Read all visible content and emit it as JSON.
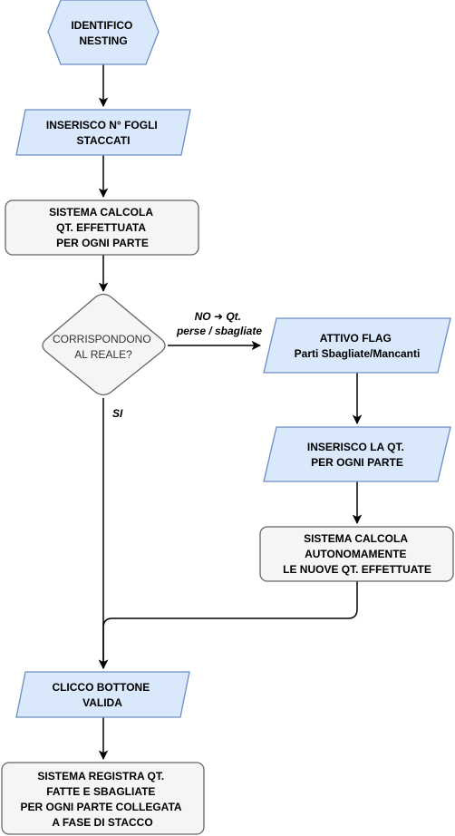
{
  "nodes": {
    "identifico": {
      "lines": [
        "IDENTIFICO",
        "NESTING"
      ]
    },
    "inserisco_fogli": {
      "lines": [
        "INSERISCO N° FOGLI",
        "STACCATI"
      ]
    },
    "sistema_calcola_1": {
      "lines": [
        "SISTEMA CALCOLA",
        "QT. EFFETTUATA",
        "PER OGNI PARTE"
      ]
    },
    "corrispondono": {
      "lines": [
        "CORRISPONDONO",
        "AL REALE?"
      ]
    },
    "attivo_flag": {
      "lines": [
        "ATTIVO FLAG",
        "Parti Sbagliate/Mancanti"
      ]
    },
    "inserisco_qt": {
      "lines": [
        "INSERISCO LA QT.",
        "PER OGNI PARTE"
      ]
    },
    "sistema_calcola_2": {
      "lines": [
        "SISTEMA CALCOLA",
        "AUTONOMAMENTE",
        "LE NUOVE QT. EFFETTUATE"
      ]
    },
    "clicco_bottone": {
      "lines": [
        "CLICCO BOTTONE",
        "VALIDA"
      ]
    },
    "sistema_registra": {
      "lines": [
        "SISTEMA REGISTRA QT.",
        "FATTE E SBAGLIATE",
        "PER OGNI PARTE COLLEGATA",
        "A FASE DI STACCO"
      ]
    }
  },
  "edge_labels": {
    "no": [
      "NO ➜ Qt.",
      "perse / sbagliate"
    ],
    "si": "SI"
  }
}
